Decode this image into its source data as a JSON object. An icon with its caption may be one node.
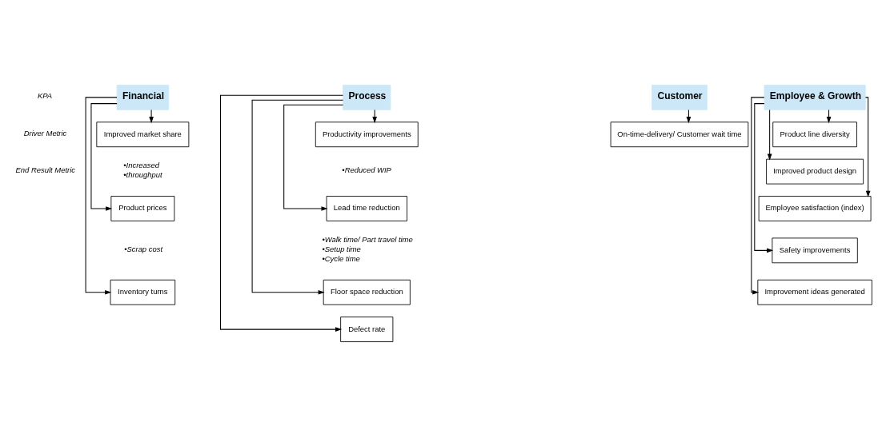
{
  "diagram": {
    "nodes": [
      {
        "text": [
          "Financial"
        ]
      },
      {
        "text": [
          "Improved market share"
        ],
        "beside": [
          "•Increased",
          "•throughput"
        ]
      },
      {
        "text": [
          "Product prices"
        ],
        "beside": [
          "•Scrap cost"
        ]
      },
      {
        "text": [
          "Inventory turns"
        ]
      },
      {
        "text": [
          "Process"
        ]
      },
      {
        "text": [
          "Productivity improvements"
        ],
        "beside": [
          "•Reduced WIP"
        ]
      },
      {
        "text": [
          "Lead time reduction"
        ],
        "beside": [
          "•Walk time/ Part travel time",
          "•Setup time",
          "•Cycle time"
        ]
      },
      {
        "text": [
          "Floor space reduction"
        ]
      },
      {
        "text": [
          "Defect rate"
        ]
      },
      {
        "text": [
          "Customer"
        ]
      },
      {
        "text": [
          "On-time-delivery/ Customer wait time"
        ]
      },
      {
        "text": [
          "Employee & Growth"
        ]
      },
      {
        "text": [
          "Product line diversity"
        ]
      },
      {
        "text": [
          "Improved product design"
        ]
      },
      {
        "text": [
          "Employee satisfaction (index)"
        ]
      },
      {
        "text": [
          "Safety improvements"
        ]
      },
      {
        "text": [
          "Improvement ideas generated"
        ]
      }
    ],
    "edges": [
      {
        "from": 0,
        "to": 1,
        "arrow": "to"
      },
      {
        "from": 0,
        "to": 2,
        "arrow": "to"
      },
      {
        "from": 0,
        "to": 3,
        "arrow": "to"
      },
      {
        "from": 4,
        "to": 5,
        "arrow": "to"
      },
      {
        "from": 4,
        "to": 6,
        "arrow": "to"
      },
      {
        "from": 4,
        "to": 7,
        "arrow": "to"
      },
      {
        "from": 4,
        "to": 8,
        "arrow": "to"
      },
      {
        "from": 9,
        "to": 10,
        "arrow": "to"
      },
      {
        "from": 11,
        "to": 12,
        "arrow": "to"
      },
      {
        "from": 11,
        "to": 13,
        "arrow": "to"
      },
      {
        "from": 11,
        "to": 14,
        "arrow": "to"
      },
      {
        "from": 11,
        "to": 15,
        "arrow": "to"
      },
      {
        "from": 11,
        "to": 16,
        "arrow": "to"
      }
    ],
    "labels": [
      "KPA",
      "Driver Metric",
      "End Result Metric"
    ]
  }
}
